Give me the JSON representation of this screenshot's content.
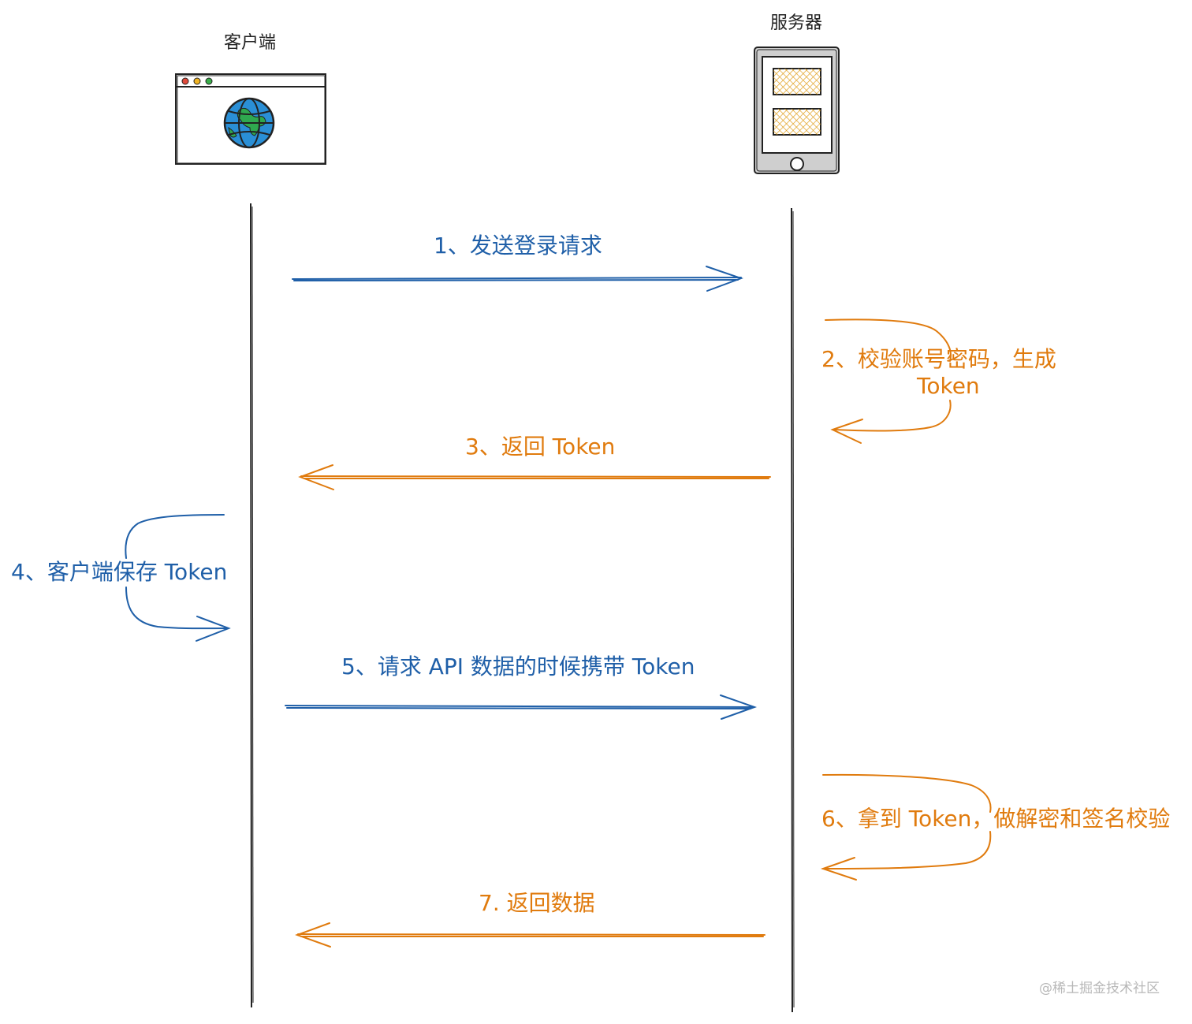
{
  "actors": {
    "client": "客户端",
    "server": "服务器"
  },
  "steps": {
    "s1": "1、发送登录请求",
    "s2a": "2、校验账号密码，生成",
    "s2b": "Token",
    "s3": "3、返回 Token",
    "s4": "4、客户端保存 Token",
    "s5": "5、请求 API 数据的时候携带 Token",
    "s6": "6、拿到 Token，做解密和签名校验",
    "s7": "7. 返回数据"
  },
  "watermark": "@稀土掘金技术社区",
  "colors": {
    "blue": "#1f5fa8",
    "orange": "#e07b0e",
    "ink": "#222222",
    "globe": "#2a8fd6",
    "land": "#2fa84f",
    "yellow": "#f3c24d"
  },
  "icons": {
    "client": "browser-window-globe-icon",
    "server": "server-tablet-icon"
  }
}
